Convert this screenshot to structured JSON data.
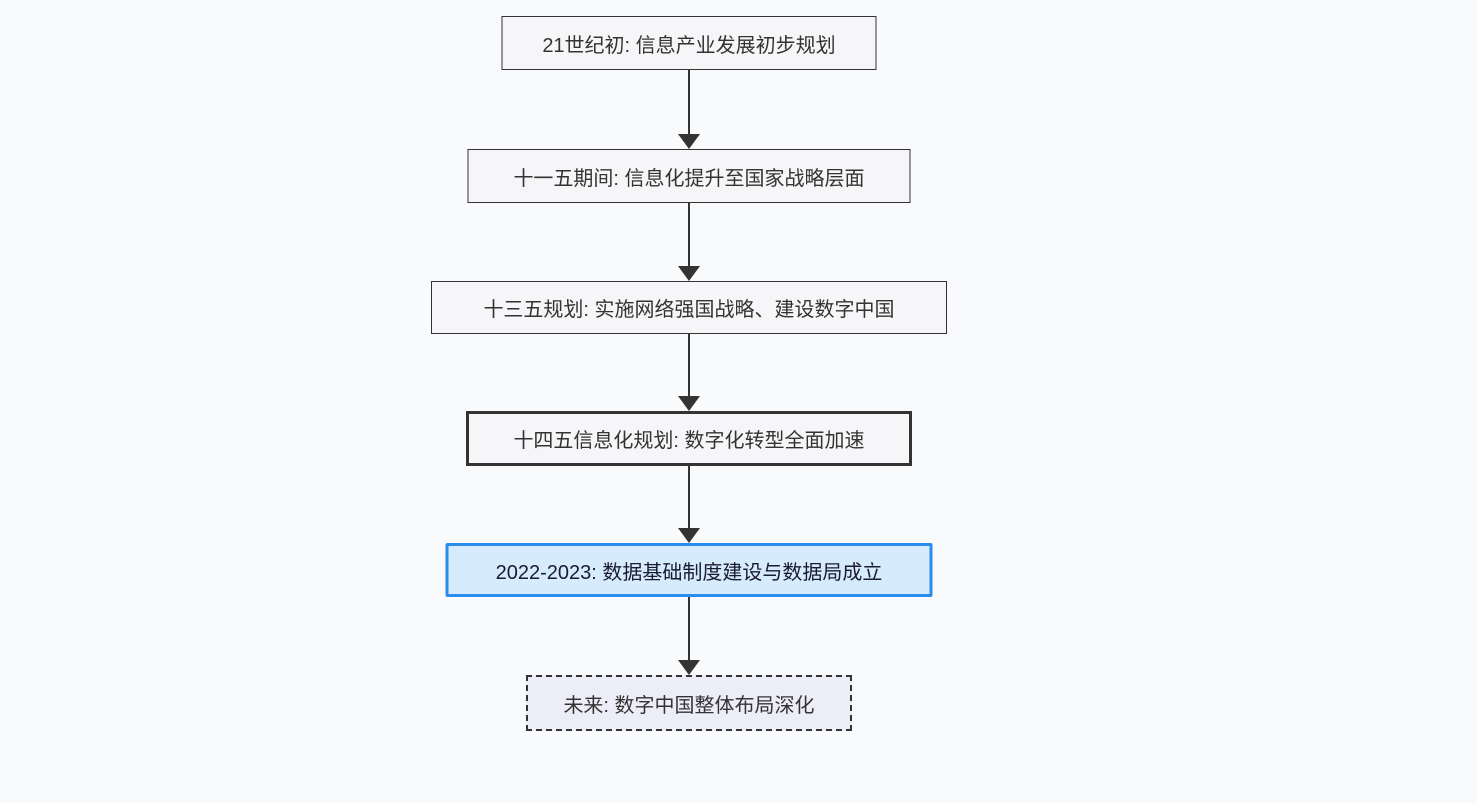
{
  "diagram": {
    "type": "flowchart-vertical-timeline",
    "nodes": [
      {
        "label": "21世纪初: 信息产业发展初步规划",
        "variant": "normal"
      },
      {
        "label": "十一五期间: 信息化提升至国家战略层面",
        "variant": "normal"
      },
      {
        "label": "十三五规划: 实施网络强国战略、建设数字中国",
        "variant": "normal"
      },
      {
        "label": "十四五信息化规划: 数字化转型全面加速",
        "variant": "emphasis-thick-border"
      },
      {
        "label": "2022-2023: 数据基础制度建设与数据局成立",
        "variant": "highlight-blue"
      },
      {
        "label": "未来: 数字中国整体布局深化",
        "variant": "dashed-future"
      }
    ],
    "edges": [
      {
        "from": 0,
        "to": 1,
        "type": "arrow-down"
      },
      {
        "from": 1,
        "to": 2,
        "type": "arrow-down"
      },
      {
        "from": 2,
        "to": 3,
        "type": "arrow-down"
      },
      {
        "from": 3,
        "to": 4,
        "type": "arrow-down"
      },
      {
        "from": 4,
        "to": 5,
        "type": "arrow-down"
      }
    ],
    "colors": {
      "background": "#f9fafc",
      "node_fill": "#f6f6f8",
      "node_border": "#333333",
      "node_text": "#333333",
      "highlight_border": "#2b8de9",
      "highlight_fill": "#d6ebfe",
      "highlight_text": "#1a1a33",
      "dashed_fill": "#ededf8",
      "arrow": "#333333"
    }
  }
}
